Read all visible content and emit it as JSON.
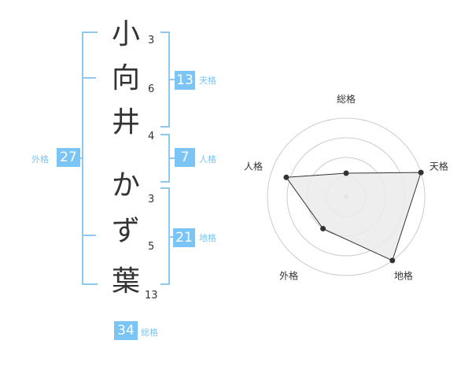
{
  "name": [
    {
      "char": "小",
      "strokes": "3"
    },
    {
      "char": "向",
      "strokes": "6"
    },
    {
      "char": "井",
      "strokes": "4"
    },
    {
      "char": "か",
      "strokes": "3"
    },
    {
      "char": "ず",
      "strokes": "5"
    },
    {
      "char": "葉",
      "strokes": "13"
    }
  ],
  "kakusu": {
    "tenkaku": {
      "value": "13",
      "label": "天格"
    },
    "jinkaku": {
      "value": "7",
      "label": "人格"
    },
    "chikaku": {
      "value": "21",
      "label": "地格"
    },
    "gaikaku": {
      "value": "27",
      "label": "外格"
    },
    "soukaku": {
      "value": "34",
      "label": "総格"
    }
  },
  "chart_data": {
    "type": "radar",
    "axes": [
      "総格",
      "天格",
      "地格",
      "外格",
      "人格"
    ],
    "values": [
      0.3,
      1.0,
      1.0,
      0.5,
      0.8
    ],
    "rings": 4,
    "grid": true,
    "colors": {
      "fill": "#ebebeb",
      "line": "#333333",
      "grid": "#cccccc",
      "accent": "#7ac5f5"
    }
  }
}
